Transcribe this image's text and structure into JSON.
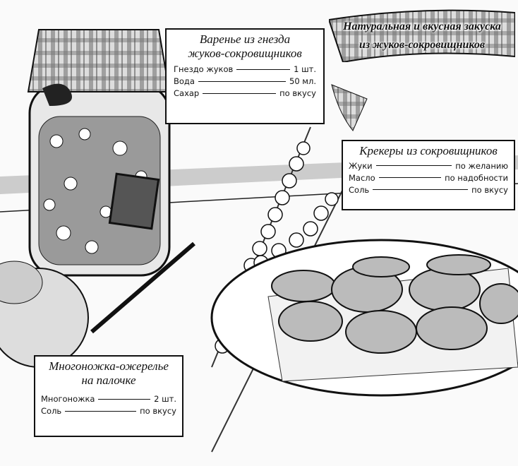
{
  "banner": {
    "line1": "Натуральная и вкусная закуска",
    "line2": "из жуков-сокровищников"
  },
  "recipes": [
    {
      "title_line1": "Варенье из гнезда",
      "title_line2": "жуков-сокровищников",
      "ingredients": [
        {
          "name": "Гнездо жуков",
          "amount": "1 шт."
        },
        {
          "name": "Вода",
          "amount": "50 мл."
        },
        {
          "name": "Сахар",
          "amount": "по вкусу"
        }
      ]
    },
    {
      "title_line1": "Крекеры из сокровищников",
      "ingredients": [
        {
          "name": "Жуки",
          "amount": "по желанию"
        },
        {
          "name": "Масло",
          "amount": "по надобности"
        },
        {
          "name": "Соль",
          "amount": "по вкусу"
        }
      ]
    },
    {
      "title_line1": "Многоножка-ожерелье",
      "title_line2": "на палочке",
      "ingredients": [
        {
          "name": "Многоножка",
          "amount": "2 шт."
        },
        {
          "name": "Соль",
          "amount": "по вкусу"
        }
      ]
    }
  ]
}
